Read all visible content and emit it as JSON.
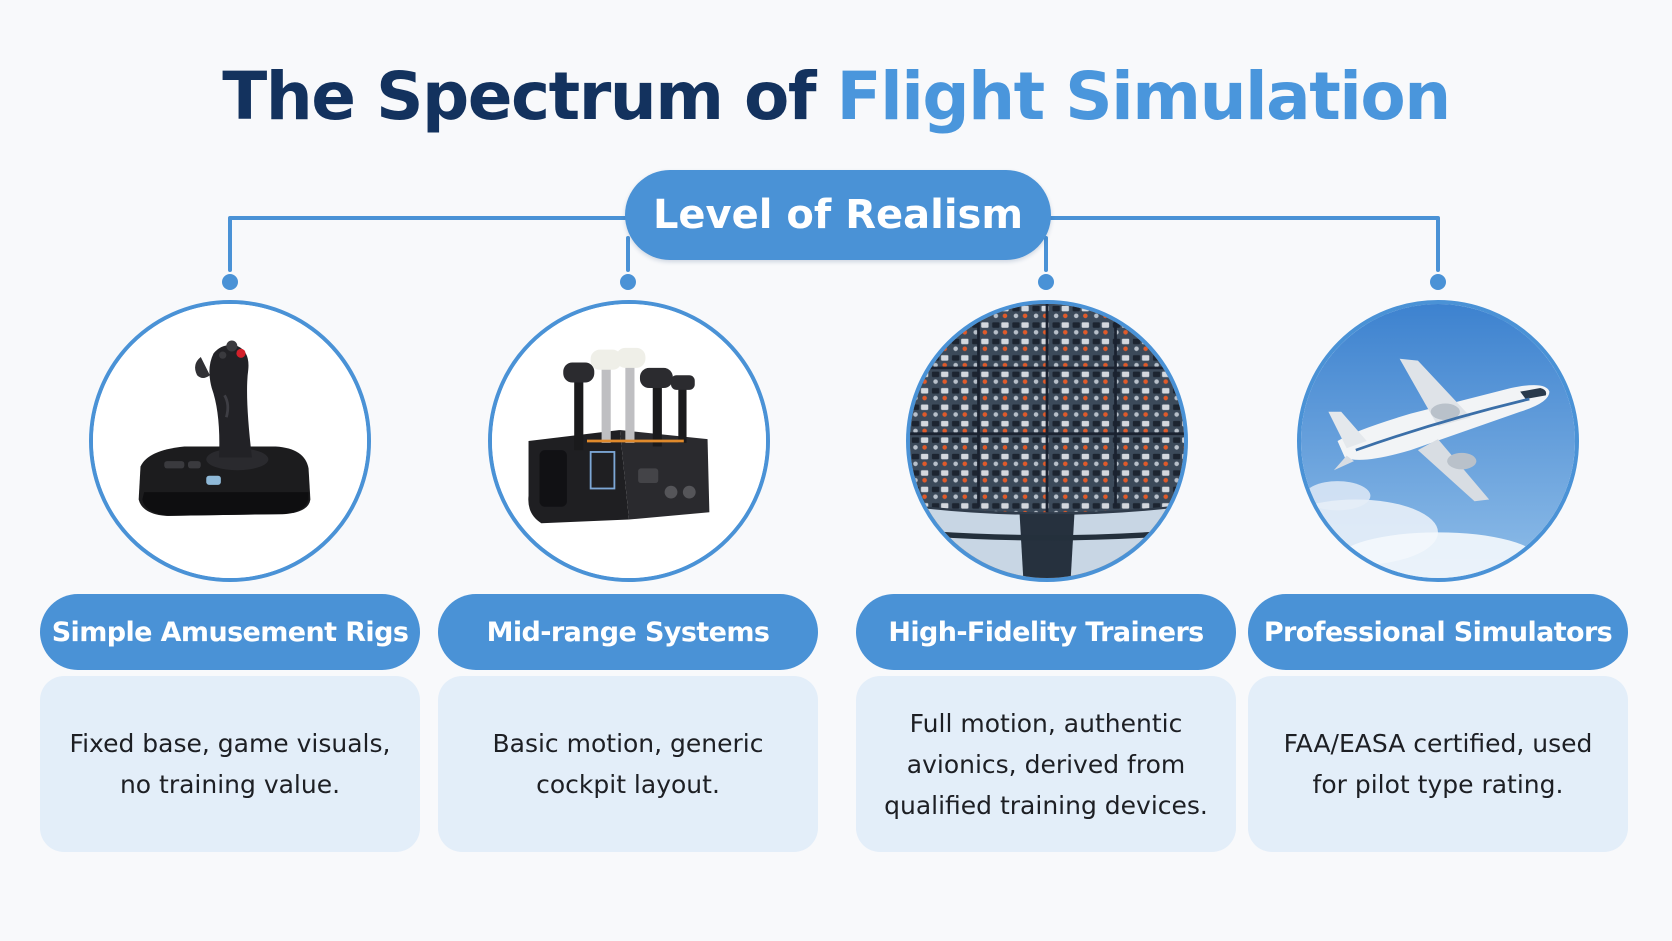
{
  "title": {
    "part1": "The Spectrum of ",
    "part2": "Flight Simulation"
  },
  "hub": {
    "label": "Level of Realism"
  },
  "categories": [
    {
      "label": "Simple Amusement Rigs",
      "description": "Fixed base, game visuals, no training value.",
      "icon": "joystick-icon"
    },
    {
      "label": "Mid-range Systems",
      "description": "Basic motion, generic cockpit layout.",
      "icon": "throttle-quadrant-icon"
    },
    {
      "label": "High-Fidelity Trainers",
      "description": "Full motion, authentic avionics, derived from qualified training devices.",
      "icon": "cockpit-panel-icon"
    },
    {
      "label": "Professional Simulators",
      "description": "FAA/EASA certified, used for pilot type rating.",
      "icon": "airliner-icon"
    }
  ],
  "colors": {
    "title_dark": "#13325e",
    "title_accent": "#4a96dc",
    "pill": "#4a92d6",
    "box": "#e3eef9",
    "text": "#1d1f24"
  }
}
